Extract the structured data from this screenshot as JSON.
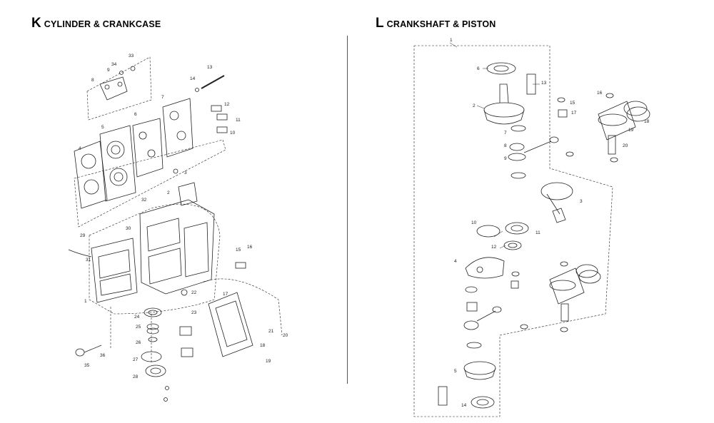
{
  "panels": {
    "k": {
      "letter": "K",
      "title": "CYLINDER & CRANKCASE"
    },
    "l": {
      "letter": "L",
      "title": "CRANKSHAFT & PISTON"
    }
  },
  "callouts_k": [
    "1",
    "2",
    "3",
    "4",
    "5",
    "6",
    "7",
    "8",
    "9",
    "10",
    "11",
    "12",
    "13",
    "14",
    "15",
    "16",
    "17",
    "18",
    "19",
    "20",
    "21",
    "22",
    "23",
    "24",
    "25",
    "26",
    "27",
    "28",
    "29",
    "30",
    "31",
    "32",
    "33",
    "34",
    "35",
    "36"
  ],
  "callouts_l": [
    "1",
    "2",
    "3",
    "4",
    "5",
    "6",
    "7",
    "8",
    "9",
    "10",
    "11",
    "12",
    "13",
    "14",
    "15",
    "16",
    "17",
    "18",
    "19",
    "20"
  ],
  "colors": {
    "ink": "#222222",
    "background": "#ffffff"
  }
}
